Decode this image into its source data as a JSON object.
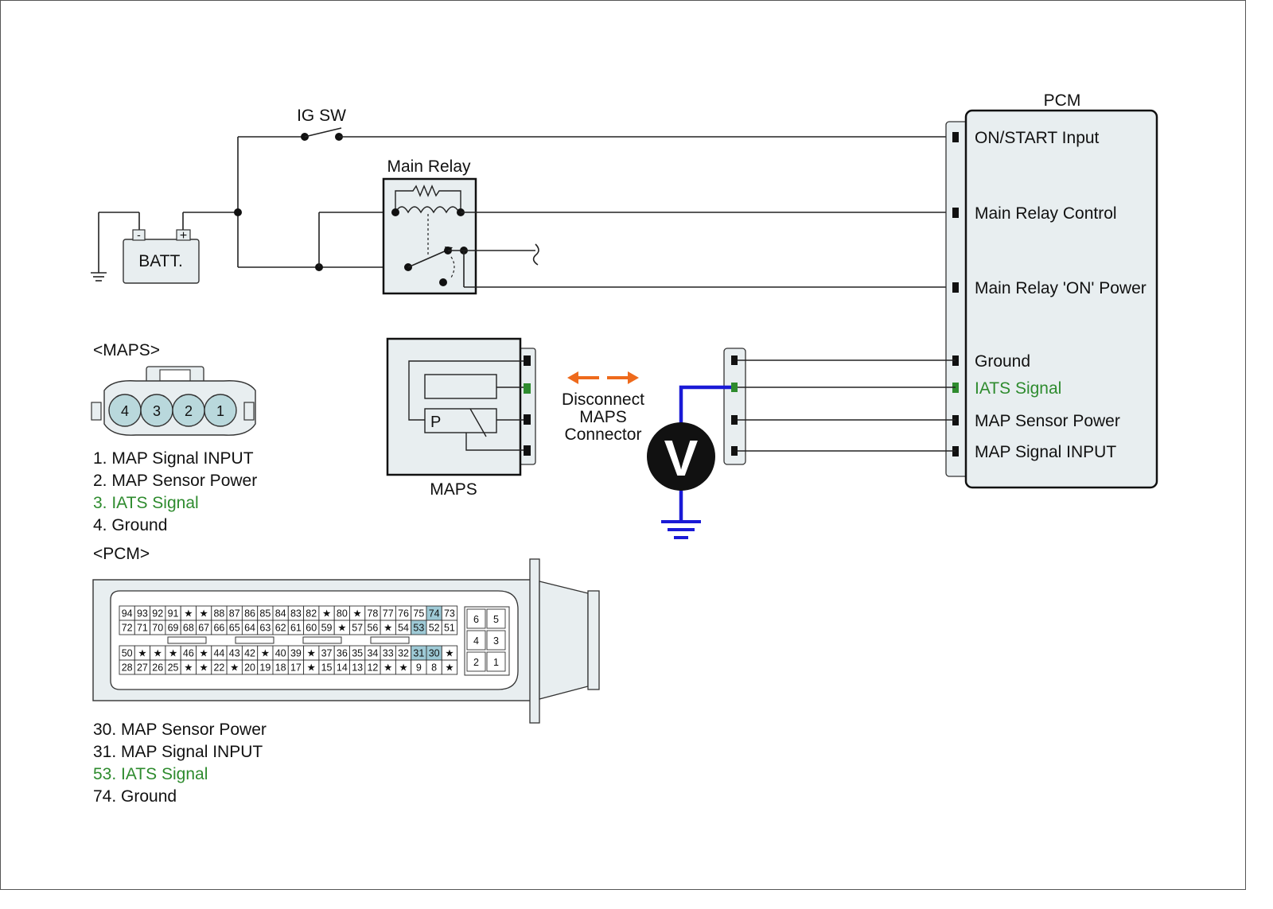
{
  "labels": {
    "ig_sw": "IG SW",
    "batt": "BATT.",
    "batt_neg": "-",
    "batt_pos": "+",
    "main_relay": "Main Relay",
    "pcm_title": "PCM",
    "maps_module": "MAPS",
    "maps_relay_p": "P",
    "disconnect": [
      "Disconnect",
      "MAPS",
      "Connector"
    ],
    "voltmeter": "V"
  },
  "pcm_terminals": [
    {
      "label": "ON/START Input",
      "color": "#111111"
    },
    {
      "label": "Main Relay Control",
      "color": "#111111"
    },
    {
      "label": "Main Relay 'ON' Power",
      "color": "#111111"
    },
    {
      "label": "Ground",
      "color": "#111111"
    },
    {
      "label": "IATS Signal",
      "color": "#2e8b2e"
    },
    {
      "label": "MAP Sensor Power",
      "color": "#111111"
    },
    {
      "label": "MAP Signal  INPUT",
      "color": "#111111"
    }
  ],
  "maps_connector": {
    "title": "<MAPS>",
    "pins": [
      "4",
      "3",
      "2",
      "1"
    ],
    "legend": [
      {
        "text": "1. MAP Signal  INPUT",
        "color": "#111111"
      },
      {
        "text": "2. MAP Sensor Power",
        "color": "#111111"
      },
      {
        "text": "3. IATS Signal",
        "color": "#2e8b2e"
      },
      {
        "text": "4. Ground",
        "color": "#111111"
      }
    ]
  },
  "pcm_connector": {
    "title": "<PCM>",
    "rows": [
      [
        "94",
        "93",
        "92",
        "91",
        "★",
        "★",
        "88",
        "87",
        "86",
        "85",
        "84",
        "83",
        "82",
        "★",
        "80",
        "★",
        "78",
        "77",
        "76",
        "75",
        "74",
        "73"
      ],
      [
        "72",
        "71",
        "70",
        "69",
        "68",
        "67",
        "66",
        "65",
        "64",
        "63",
        "62",
        "61",
        "60",
        "59",
        "★",
        "57",
        "56",
        "★",
        "54",
        "53",
        "52",
        "51"
      ],
      [
        "50",
        "★",
        "★",
        "★",
        "46",
        "★",
        "44",
        "43",
        "42",
        "★",
        "40",
        "39",
        "★",
        "37",
        "36",
        "35",
        "34",
        "33",
        "32",
        "31",
        "30",
        "★"
      ],
      [
        "28",
        "27",
        "26",
        "25",
        "★",
        "★",
        "22",
        "★",
        "20",
        "19",
        "18",
        "17",
        "★",
        "15",
        "14",
        "13",
        "12",
        "★",
        "★",
        "9",
        "8",
        "★"
      ]
    ],
    "highlighted": [
      "74",
      "53",
      "31",
      "30"
    ],
    "small_block": [
      [
        "6",
        "5"
      ],
      [
        "4",
        "3"
      ],
      [
        "2",
        "1"
      ]
    ],
    "legend": [
      {
        "text": "30. MAP Sensor Power",
        "color": "#111111"
      },
      {
        "text": "31. MAP Signal  INPUT",
        "color": "#111111"
      },
      {
        "text": "53. IATS Signal",
        "color": "#2e8b2e"
      },
      {
        "text": "74. Ground",
        "color": "#111111"
      }
    ]
  },
  "colors": {
    "highlight_pin": "#9ecad6",
    "iats_green": "#2e8b2e",
    "meter_wire_blue": "#1a1ad6",
    "arrow_orange": "#ee6a1c",
    "panel_fill": "#e8eef0",
    "connector_pin_fill": "#b9d8dc"
  },
  "icons": [
    "battery-icon",
    "ground-symbol-icon",
    "switch-icon",
    "relay-coil-icon",
    "voltmeter-icon",
    "double-arrow-icon"
  ]
}
